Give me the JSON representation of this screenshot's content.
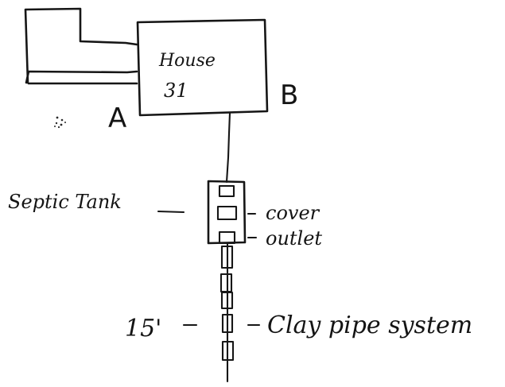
{
  "labels": {
    "house": "House",
    "house_number": "31",
    "point_a": "A",
    "point_b": "B",
    "septic_tank": "Septic Tank",
    "cover": "cover",
    "outlet": "outlet",
    "length": "15'",
    "clay_pipe": "Clay pipe system"
  },
  "ink_color": "#161616"
}
